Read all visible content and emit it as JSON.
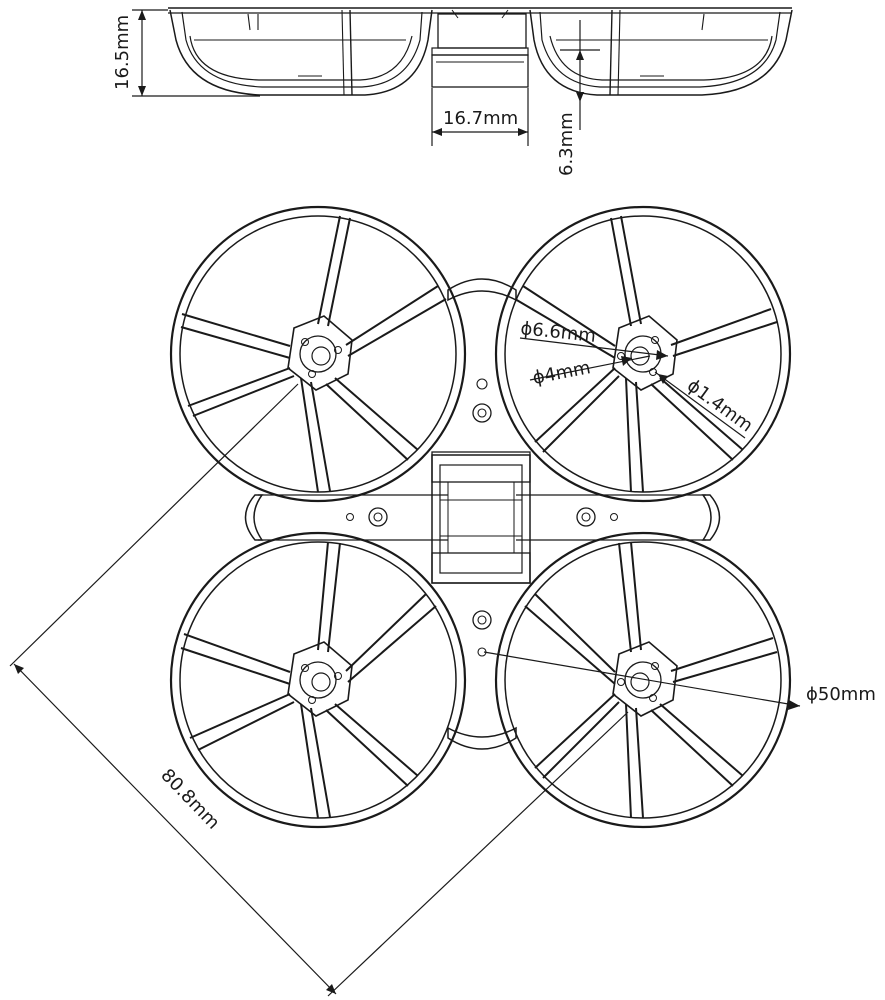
{
  "dimensions": {
    "side_height": "16.5mm",
    "battery_width": "16.7mm",
    "battery_gap": "6.3mm",
    "motor_outer": "ϕ6.6mm",
    "motor_inner": "ϕ4mm",
    "screw_hole": "ϕ1.4mm",
    "duct_diameter": "ϕ50mm",
    "diagonal_wheelbase": "80.8mm"
  }
}
